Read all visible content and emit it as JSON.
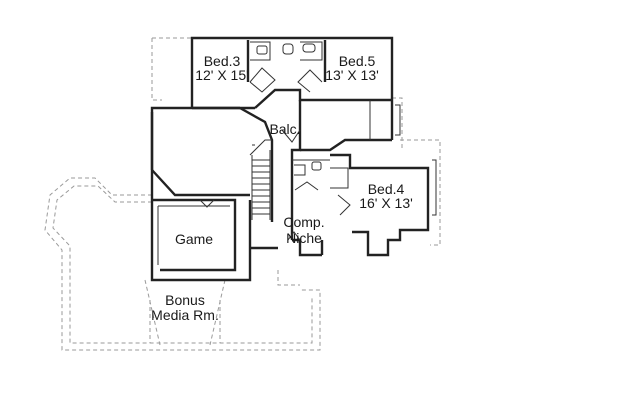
{
  "rooms": {
    "bed3": {
      "name": "Bed.3",
      "size": "12' X 15'"
    },
    "bed5": {
      "name": "Bed.5",
      "size": "13' X 13'"
    },
    "balcony": {
      "name": "Balc."
    },
    "bed4": {
      "name": "Bed.4",
      "size": "16' X 13'"
    },
    "comp_niche": {
      "line1": "Comp.",
      "line2": "Niche"
    },
    "game": {
      "name": "Game"
    },
    "bonus_media": {
      "line1": "Bonus",
      "line2": "Media Rm."
    }
  },
  "colors": {
    "wall": "#222222",
    "dashed_roof": "#9a9a9a",
    "label": "#1a1a1a"
  }
}
